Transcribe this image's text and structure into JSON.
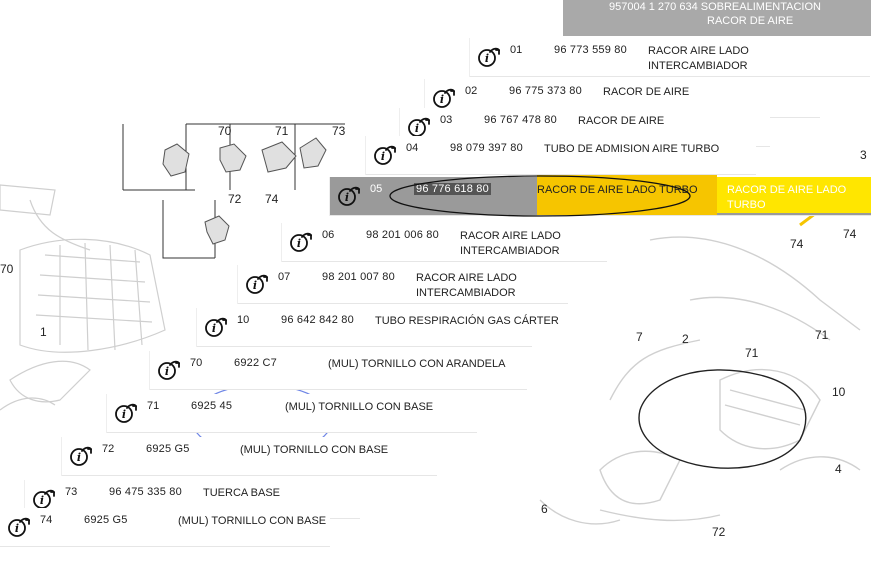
{
  "header": {
    "line1": "957004 1 270 634  SOBREALIMENTACION",
    "line2": "RACOR DE AIRE"
  },
  "rows": [
    {
      "num": "01",
      "ref": "96 773 559 80",
      "desc": "RACOR AIRE LADO INTERCAMBIADOR"
    },
    {
      "num": "02",
      "ref": "96 775 373 80",
      "desc": "RACOR DE AIRE"
    },
    {
      "num": "03",
      "ref": "96 767 478 80",
      "desc": "RACOR DE AIRE"
    },
    {
      "num": "04",
      "ref": "98 079 397 80",
      "desc": "TUBO DE ADMISION AIRE TURBO"
    },
    {
      "num": "05",
      "ref": "96 776 618 80",
      "desc": "RACOR DE AIRE LADO TURBO",
      "ghost": "RACOR DE AIRE LADO TURBO"
    },
    {
      "num": "06",
      "ref": "98 201 006 80",
      "desc": "RACOR AIRE LADO INTERCAMBIADOR"
    },
    {
      "num": "07",
      "ref": "98 201 007 80",
      "desc": "RACOR AIRE LADO INTERCAMBIADOR"
    },
    {
      "num": "10",
      "ref": "96 642 842 80",
      "desc": "TUBO RESPIRACIÓN GAS CÁRTER"
    },
    {
      "num": "70",
      "ref": "6922 C7",
      "desc": "(MUL) TORNILLO CON ARANDELA"
    },
    {
      "num": "71",
      "ref": "6925 45",
      "desc": "(MUL) TORNILLO CON BASE"
    },
    {
      "num": "72",
      "ref": "6925 G5",
      "desc": "(MUL) TORNILLO CON BASE"
    },
    {
      "num": "73",
      "ref": "96 475 335 80",
      "desc": "TUERCA BASE"
    },
    {
      "num": "74",
      "ref": "6925 G5",
      "desc": "(MUL) TORNILLO CON BASE"
    }
  ],
  "diagram_labels": [
    "70",
    "71",
    "73",
    "72",
    "74",
    "70",
    "1",
    "74",
    "74",
    "2",
    "71",
    "7",
    "71",
    "10",
    "4",
    "6",
    "72",
    "3"
  ],
  "colors": {
    "header_bg": "#a9a9a9",
    "selected_row": "#9a9a9a",
    "highlight": "#f6c500",
    "highlight_bright": "#ffe600",
    "annotation_blue": "#6f86e6"
  },
  "icons": {
    "info": "info-arrow-icon"
  }
}
